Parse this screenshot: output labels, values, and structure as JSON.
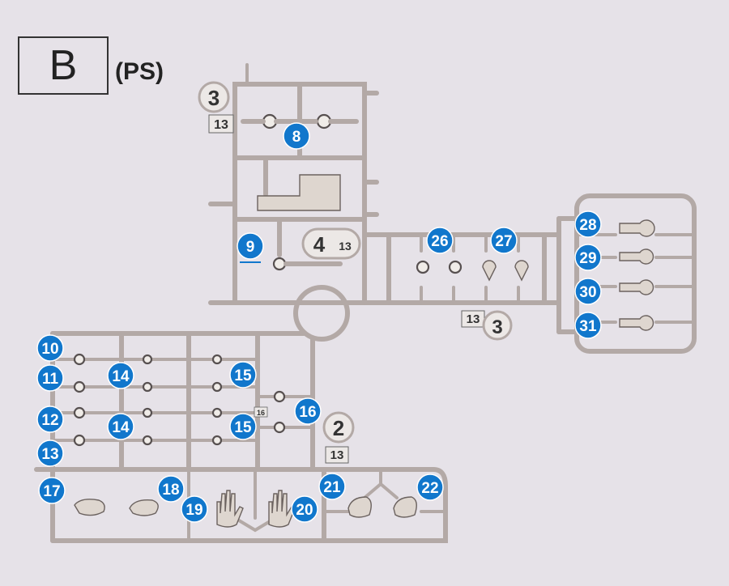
{
  "sheet": {
    "letter": "B",
    "material": "(PS)"
  },
  "frame_marks": [
    {
      "id": "m3-top",
      "label": "3"
    },
    {
      "id": "m13-top",
      "label": "13"
    },
    {
      "id": "m4",
      "label": "4"
    },
    {
      "id": "m13-mid",
      "label": "13"
    },
    {
      "id": "m13-right",
      "label": "13"
    },
    {
      "id": "m3-right",
      "label": "3"
    },
    {
      "id": "m2",
      "label": "2"
    },
    {
      "id": "m13-lower",
      "label": "13"
    },
    {
      "id": "m16-small",
      "label": "16"
    }
  ],
  "part_numbers": [
    "8",
    "9",
    "10",
    "11",
    "12",
    "13",
    "14",
    "14",
    "15",
    "15",
    "16",
    "17",
    "18",
    "19",
    "20",
    "21",
    "22",
    "26",
    "27",
    "28",
    "29",
    "30",
    "31"
  ],
  "colors": {
    "callout": "#1177cc",
    "runner": "#b3a9a6",
    "part": "#ded6cf",
    "background": "#e6e2e8"
  }
}
